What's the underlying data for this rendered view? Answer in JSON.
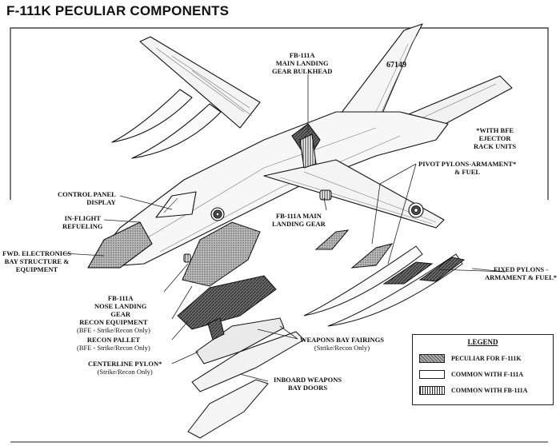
{
  "title": "F-111K PECULIAR COMPONENTS",
  "aircraft_serial": "67149",
  "labels": {
    "main_gear_bulkhead": [
      "FB-111A",
      "MAIN LANDING",
      "GEAR BULKHEAD"
    ],
    "bfe_note": [
      "*WITH BFE",
      "EJECTOR",
      "RACK UNITS"
    ],
    "pivot_pylons": [
      "PIVOT PYLONS-ARMAMENT*",
      "& FUEL"
    ],
    "control_panel": [
      "CONTROL PANEL",
      "DISPLAY"
    ],
    "inflight_refueling": [
      "IN-FLIGHT",
      "REFUELING"
    ],
    "main_landing_gear": [
      "FB-111A MAIN",
      "LANDING GEAR"
    ],
    "fwd_electronics": [
      "FWD. ELECTRONICS",
      "BAY STRUCTURE &",
      "EQUIPMENT"
    ],
    "fixed_pylons": [
      "FIXED PYLONS -",
      "ARMAMENT & FUEL*"
    ],
    "nose_landing_gear": [
      "FB-111A",
      "NOSE LANDING",
      "GEAR"
    ],
    "recon_equipment": [
      "RECON EQUIPMENT",
      "(BFE - Strike/Recon Only)"
    ],
    "recon_pallet": [
      "RECON PALLET",
      "(BFE - Strike/Recon Only)"
    ],
    "weapons_bay_fairings": [
      "WEAPONS BAY FAIRINGS",
      "(Strike/Recon Only)"
    ],
    "centerline_pylon": [
      "CENTERLINE PYLON*",
      "(Strike/Recon Only)"
    ],
    "inboard_weapons_bay_doors": [
      "INBOARD WEAPONS",
      "BAY DOORS"
    ]
  },
  "legend": {
    "title": "LEGEND",
    "items": [
      {
        "label": "PECULIAR FOR F-111K",
        "swatch": "shaded",
        "color": "#8a8a8a"
      },
      {
        "label": "COMMON WITH F-111A",
        "swatch": "blank",
        "color": "#ffffff"
      },
      {
        "label": "COMMON WITH FB-111A",
        "swatch": "hatched",
        "color": "#555555"
      }
    ]
  }
}
